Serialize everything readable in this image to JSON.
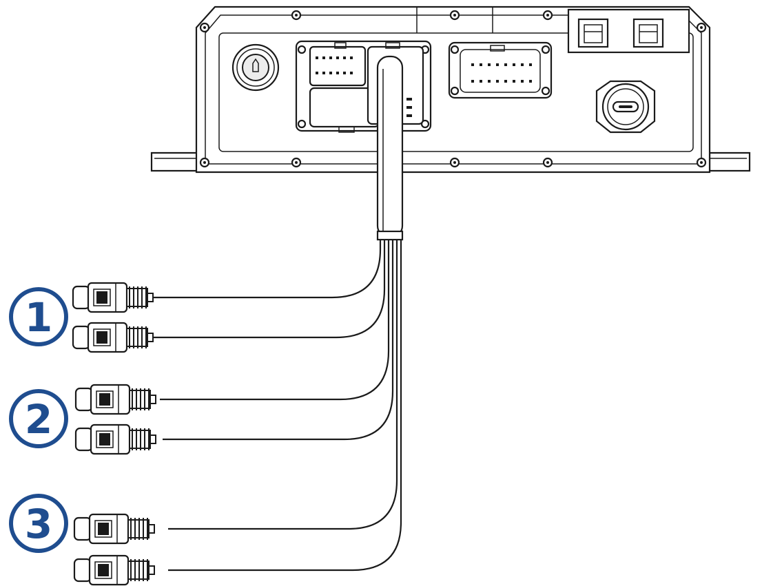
{
  "figure": {
    "description_free": true,
    "callouts": [
      {
        "label": "1",
        "color": "#1f4d8f"
      },
      {
        "label": "2",
        "color": "#1f4d8f"
      },
      {
        "label": "3",
        "color": "#1f4d8f"
      }
    ],
    "rca_connector_count": 6,
    "line_color": "#1a1a1a",
    "background": "#ffffff"
  }
}
